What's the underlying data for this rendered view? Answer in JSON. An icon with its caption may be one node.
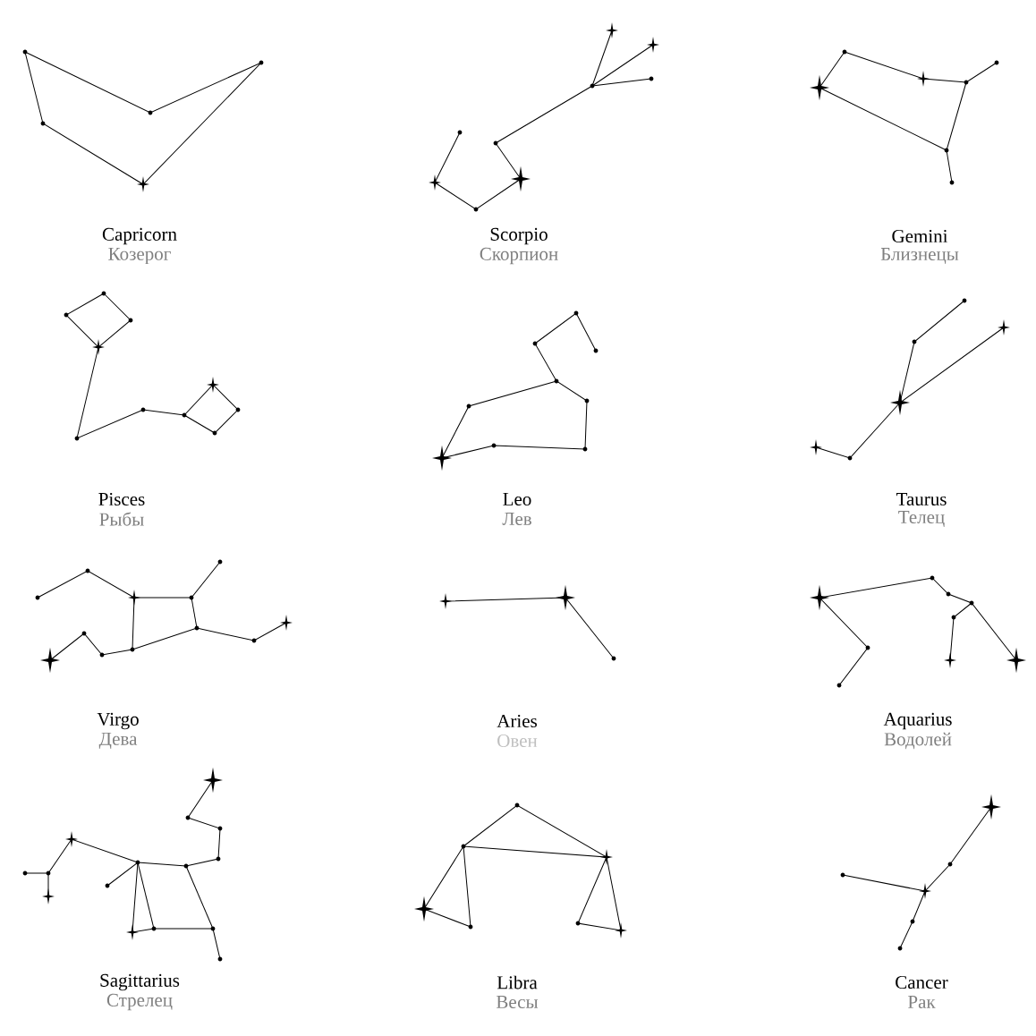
{
  "diagram": {
    "labels": [
      "Capricorn",
      "Козерог",
      "Scorpio",
      "Скорпион",
      "Gemini",
      "Близнецы",
      "Pisces",
      "Рыбы",
      "Leo",
      "Лев",
      "Taurus",
      "Телец",
      "Virgo",
      "Дева",
      "Aries",
      "Овен",
      "Aquarius",
      "Водолей",
      "Sagittarius",
      "Стрелец",
      "Libra",
      "Весы",
      "Cancer",
      "Рак"
    ]
  }
}
